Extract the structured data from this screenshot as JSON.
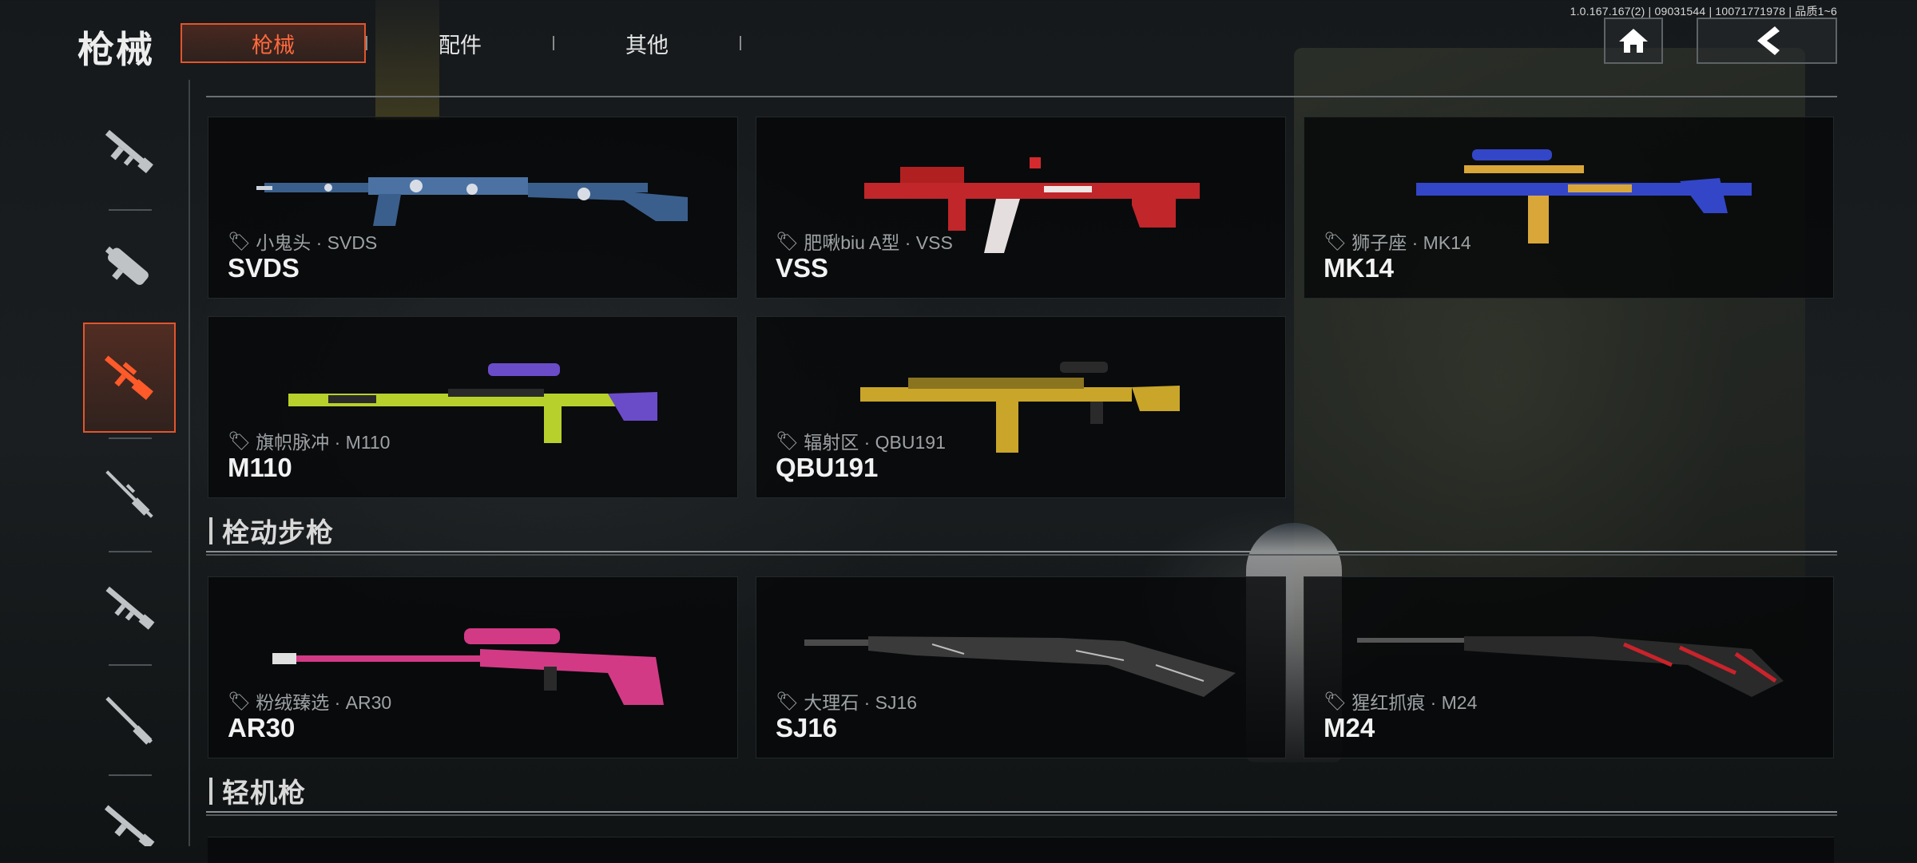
{
  "version_info": "1.0.167.167(2) | 09031544 | 10071771978 | 品质1~6",
  "page_title": "枪械",
  "tabs": [
    {
      "label": "枪械",
      "active": true
    },
    {
      "label": "配件",
      "active": false
    },
    {
      "label": "其他",
      "active": false
    }
  ],
  "accent_color": "#e2552c",
  "sidebar_icons": [
    "assault-rifle-icon",
    "smg-icon",
    "marksman-rifle-icon",
    "sniper-rifle-icon",
    "rifle-icon",
    "shotgun-icon",
    "machine-gun-icon"
  ],
  "cards_row1": [
    {
      "skin": "小鬼头 · SVDS",
      "name": "SVDS",
      "colors": [
        "#3b5f8c",
        "#d8dde5"
      ]
    },
    {
      "skin": "肥啾biu A型 · VSS",
      "name": "VSS",
      "colors": [
        "#c0262a",
        "#f0e6e6"
      ]
    },
    {
      "skin": "狮子座 · MK14",
      "name": "MK14",
      "colors": [
        "#3346c8",
        "#d9a63a"
      ]
    }
  ],
  "cards_row2": [
    {
      "skin": "旗帜脉冲 · M110",
      "name": "M110",
      "colors": [
        "#b8d02c",
        "#6a4cc9"
      ]
    },
    {
      "skin": "辐射区 · QBU191",
      "name": "QBU191",
      "colors": [
        "#c9a52a",
        "#2a2a2a"
      ]
    }
  ],
  "section_bolt": "栓动步枪",
  "cards_row3": [
    {
      "skin": "粉绒臻选 · AR30",
      "name": "AR30",
      "colors": [
        "#d23a86",
        "#2a2a2a"
      ]
    },
    {
      "skin": "大理石 · SJ16",
      "name": "SJ16",
      "colors": [
        "#3a3a3a",
        "#bdbdbd"
      ]
    },
    {
      "skin": "猩红抓痕 · M24",
      "name": "M24",
      "colors": [
        "#2a2a2a",
        "#c9232b"
      ]
    }
  ],
  "section_lmg": "轻机枪"
}
